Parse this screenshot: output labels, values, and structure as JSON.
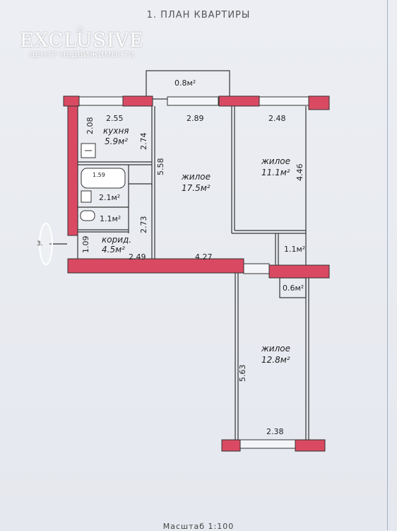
{
  "header": {
    "title": "1. ПЛАН КВАРТИРЫ"
  },
  "logo": {
    "brand": "EXCLUSIVE",
    "subtitle": "ЦЕНТР НЕДВИЖИМОСТИ",
    "crest_symbol": "⚖"
  },
  "footer": {
    "text": "Масштаб 1:100"
  },
  "left_marker": {
    "text": "3."
  },
  "rooms": {
    "kitchen": {
      "name": "кухня",
      "area": "5.9м²"
    },
    "bath": {
      "name": "",
      "area": "2.1м²"
    },
    "toilet": {
      "name": "",
      "area": "1.1м²"
    },
    "corridor": {
      "name": "корид.",
      "area": "4.5м²"
    },
    "living1": {
      "name": "жилое",
      "area": "17.5м²"
    },
    "living2": {
      "name": "жилое",
      "area": "11.1м²"
    },
    "closet": {
      "name": "",
      "area": "1.1м²"
    },
    "balcony_top": {
      "name": "",
      "area": "0.8м²"
    },
    "closet_lower": {
      "name": "",
      "area": "0.6м²"
    },
    "living3": {
      "name": "жилое",
      "area": "12.8м²"
    }
  },
  "dimensions": {
    "d255": "2.55",
    "d289": "2.89",
    "d248": "2.48",
    "d208": "2.08",
    "d274": "2.74",
    "d558": "5.58",
    "d446": "4.46",
    "d273": "2.73",
    "d109": "1.09",
    "d249": "2.49",
    "d427": "4.27",
    "d563": "5.63",
    "d238": "2.38",
    "d159": "1.59"
  },
  "colors": {
    "wall": "#d94a62",
    "line": "#333333",
    "paper": "#eceef3"
  }
}
